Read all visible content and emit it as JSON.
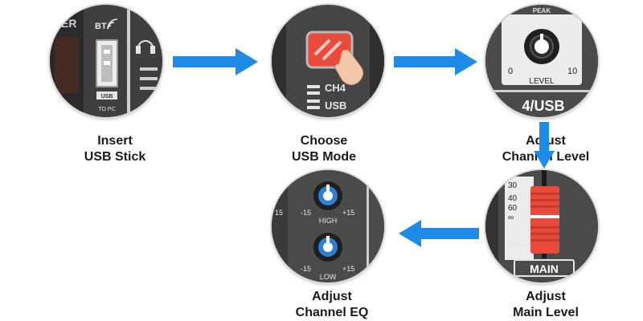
{
  "accent_color": "#1e8ce6",
  "steps": [
    {
      "line1": "Insert",
      "line2": "USB Stick",
      "panel": {
        "bt": "BT",
        "usb": "USB",
        "to_pc": "TO PC",
        "partial": "ER"
      }
    },
    {
      "line1": "Choose",
      "line2": "USB Mode",
      "panel": {
        "ch4": "CH4",
        "usb": "USB"
      }
    },
    {
      "line1": "Adjust",
      "line2": "Channel Level",
      "panel": {
        "peak": "PEAK",
        "min": "0",
        "max": "10",
        "level": "LEVEL",
        "channel": "4/USB"
      }
    },
    {
      "line1": "Adjust",
      "line2": "Main Level",
      "panel": {
        "scale": [
          "30",
          "40",
          "60",
          "∞"
        ],
        "max": "MAX",
        "main": "MAIN"
      }
    },
    {
      "line1": "Adjust",
      "line2": "Channel EQ",
      "panel": {
        "high_min": "-15",
        "high_max": "+15",
        "high": "HIGH",
        "low_min": "-15",
        "low_max": "+15",
        "low": "LOW",
        "side": "15"
      }
    }
  ],
  "icons": {
    "arrow_1": "arrow-right-icon",
    "arrow_2": "arrow-right-icon",
    "arrow_3": "arrow-down-icon",
    "arrow_4": "arrow-left-icon",
    "usb_port": "usb-port-icon",
    "wifi": "wifi-icon",
    "headphones": "headphones-icon",
    "hand": "pointing-hand-icon"
  }
}
